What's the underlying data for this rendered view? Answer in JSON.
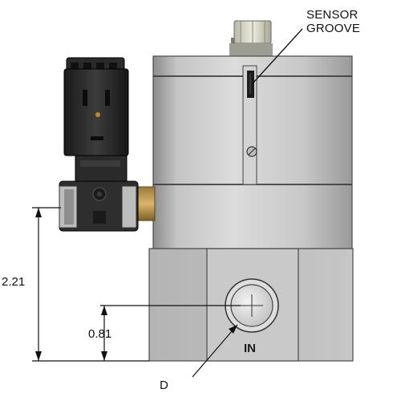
{
  "callout": {
    "line1": "SENSOR",
    "line2": "GROOVE"
  },
  "dimensions": {
    "overall_height": "2.21",
    "port_height": "0.81",
    "port_diameter": "D"
  },
  "port": {
    "label": "IN"
  }
}
